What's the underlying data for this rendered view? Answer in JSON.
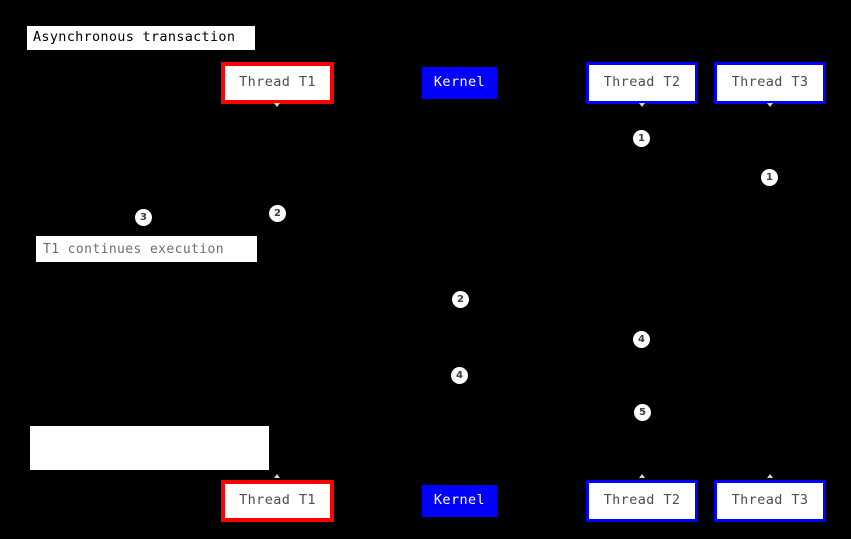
{
  "diagram": {
    "title": "Asynchronous transaction",
    "background_color": "#000000",
    "accent_colors": {
      "red_border": "#ff0000",
      "blue_border": "#0000ff",
      "blue_fill": "#0000ff",
      "box_fill": "#ffffff",
      "box_text": "#4d4d4d",
      "title_text": "#000000",
      "note_text": "#6e6e6e",
      "badge_fill": "#ffffff",
      "badge_text": "#3c3c3c"
    }
  },
  "participants_top": [
    {
      "label": "Thread T1",
      "style": "red"
    },
    {
      "label": "Kernel",
      "style": "blue-solid"
    },
    {
      "label": "Thread T2",
      "style": "blue-outline"
    },
    {
      "label": "Thread T3",
      "style": "blue-outline"
    }
  ],
  "participants_bottom": [
    {
      "label": "Thread T1",
      "style": "red"
    },
    {
      "label": "Kernel",
      "style": "blue-solid"
    },
    {
      "label": "Thread T2",
      "style": "blue-outline"
    },
    {
      "label": "Thread T3",
      "style": "blue-outline"
    }
  ],
  "notes": [
    {
      "text": "T1 continues execution"
    },
    {
      "text": ""
    }
  ],
  "badges": [
    {
      "number": "1"
    },
    {
      "number": "1"
    },
    {
      "number": "3"
    },
    {
      "number": "2"
    },
    {
      "number": "2"
    },
    {
      "number": "4"
    },
    {
      "number": "4"
    },
    {
      "number": "5"
    }
  ]
}
